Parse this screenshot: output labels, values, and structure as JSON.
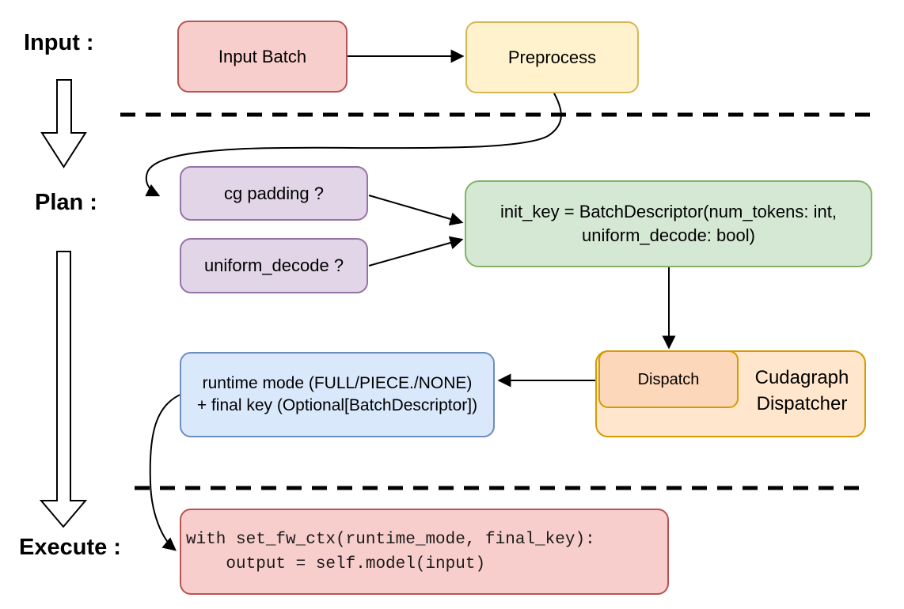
{
  "diagram": {
    "title_labels": {
      "input": "Input :",
      "plan": "Plan :",
      "execute": "Execute :"
    },
    "nodes": {
      "input_batch": {
        "label": "Input Batch",
        "fill": "#f8cecc",
        "stroke": "#b85450"
      },
      "preprocess": {
        "label": "Preprocess",
        "fill": "#fff2cc",
        "stroke": "#d6b656"
      },
      "cg_padding": {
        "label": "cg padding ?",
        "fill": "#e1d5e7",
        "stroke": "#9673a6"
      },
      "uniform_decode": {
        "label": "uniform_decode ?",
        "fill": "#e1d5e7",
        "stroke": "#9673a6"
      },
      "init_key": {
        "line1": "init_key = BatchDescriptor(num_tokens: int,",
        "line2": "uniform_decode: bool)",
        "fill": "#d5e8d4",
        "stroke": "#82b366"
      },
      "dispatch": {
        "label": "Dispatch",
        "fill": "#fcd7ba",
        "stroke": "#d79b00"
      },
      "cudagraph_dispatcher": {
        "line1": "Cudagraph",
        "line2": "Dispatcher",
        "fill": "#ffe6cc",
        "stroke": "#d79b00"
      },
      "runtime_mode": {
        "line1": "runtime mode (FULL/PIECE./NONE)",
        "line2": "+ final key (Optional[BatchDescriptor])",
        "fill": "#dae8fc",
        "stroke": "#6c8ebf"
      },
      "execute_code": {
        "line1": "with set_fw_ctx(runtime_mode, final_key):",
        "line2": "    output = self.model(input)",
        "fill": "#f8cecc",
        "stroke": "#b85450"
      }
    },
    "colors": {
      "line": "#000000",
      "text": "#000000"
    }
  }
}
